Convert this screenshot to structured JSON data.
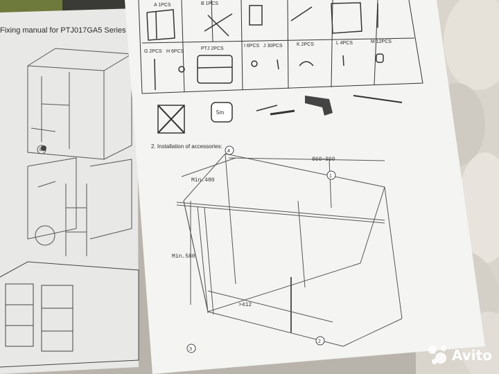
{
  "manual_left": {
    "title": "Fixing manual for PTJ017GA5 Series",
    "detail_label": "B"
  },
  "manual_right": {
    "parts_top": [
      "A 1PCS",
      "B 1PCS"
    ],
    "parts_row2": [
      "G 2PCS",
      "H 6PCS",
      "PTJ 2PCS",
      "I 6PCS",
      "J 30PCS",
      "K 2PCS",
      "L 4PCS",
      "M 12PCS"
    ],
    "tape_label": "5m",
    "step_title": "2. Installation of accessories:",
    "dims": {
      "width": "860~960",
      "depth": "Min.480",
      "height": "Min.580",
      "offset": ">412"
    },
    "callouts": [
      "1",
      "2",
      "3",
      "4"
    ]
  },
  "watermark": {
    "brand": "Avito",
    "icon": "avito-dots-icon"
  }
}
